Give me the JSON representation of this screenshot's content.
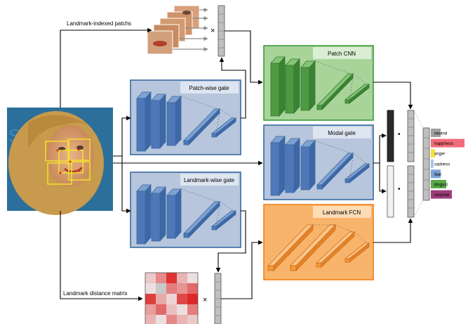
{
  "labels": {
    "patches": "Landmark-indexed patchs",
    "distance": "Landmark distance matrix",
    "patch_gate": "Patch-wise gate",
    "landmark_gate": "Landmark-wise gate",
    "patch_cnn": "Patch CNN",
    "modal_gate": "Modal gate",
    "landmark_fcn": "Landmark FCN"
  },
  "symbols": {
    "times": "×",
    "dot": "•"
  },
  "emotions": [
    {
      "label": "neutral",
      "color": "#9e9e9e"
    },
    {
      "label": "happiness",
      "color": "#f26b7a"
    },
    {
      "label": "anger",
      "color": "#f2e23a"
    },
    {
      "label": "sadness",
      "color": "#a9c6e8"
    },
    {
      "label": "fear",
      "color": "#7aa2d6"
    },
    {
      "label": "disgust",
      "color": "#58a84a"
    },
    {
      "label": "surprise",
      "color": "#9e3c7a"
    }
  ],
  "colors": {
    "blue_fill": "#b7c6dc",
    "blue_border": "#3a6aa3",
    "green_fill": "#a8d49a",
    "green_border": "#3a9a3a",
    "orange_fill": "#f9b46c",
    "orange_border": "#f07f1a",
    "vector_gray": "#bfbfbf"
  },
  "distance_matrix": [
    [
      0.25,
      0.55,
      0.95,
      0.35,
      0.15
    ],
    [
      0.15,
      0.05,
      0.6,
      0.5,
      0.7
    ],
    [
      0.9,
      0.4,
      0.2,
      0.85,
      1.0
    ],
    [
      0.45,
      0.7,
      0.3,
      0.15,
      0.6
    ],
    [
      0.35,
      0.15,
      0.55,
      0.35,
      0.25
    ]
  ]
}
